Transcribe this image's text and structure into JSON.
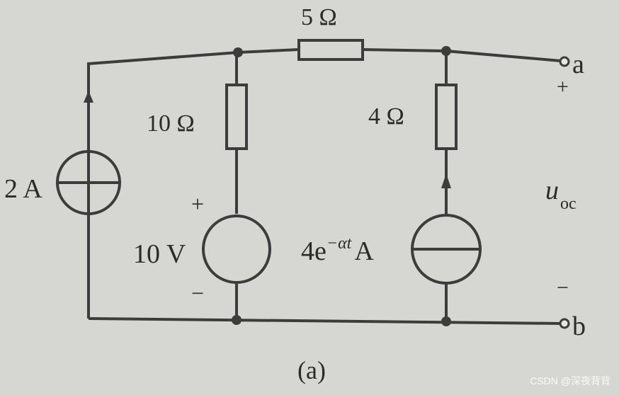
{
  "labels": {
    "r_top": "5 Ω",
    "r_left": "10 Ω",
    "r_right": "4 Ω",
    "i_source_left": "2 A",
    "v_source": "10 V",
    "i_source_right_coef": "4e",
    "i_source_right_exp": "−αt",
    "i_source_right_unit": "A",
    "terminal_a": "a",
    "terminal_b": "b",
    "plus_v": "+",
    "minus_v": "−",
    "plus_out": "+",
    "minus_out": "−",
    "u_main": "u",
    "u_sub": "oc",
    "caption": "(a)"
  },
  "watermark": "CSDN @深夜背背"
}
